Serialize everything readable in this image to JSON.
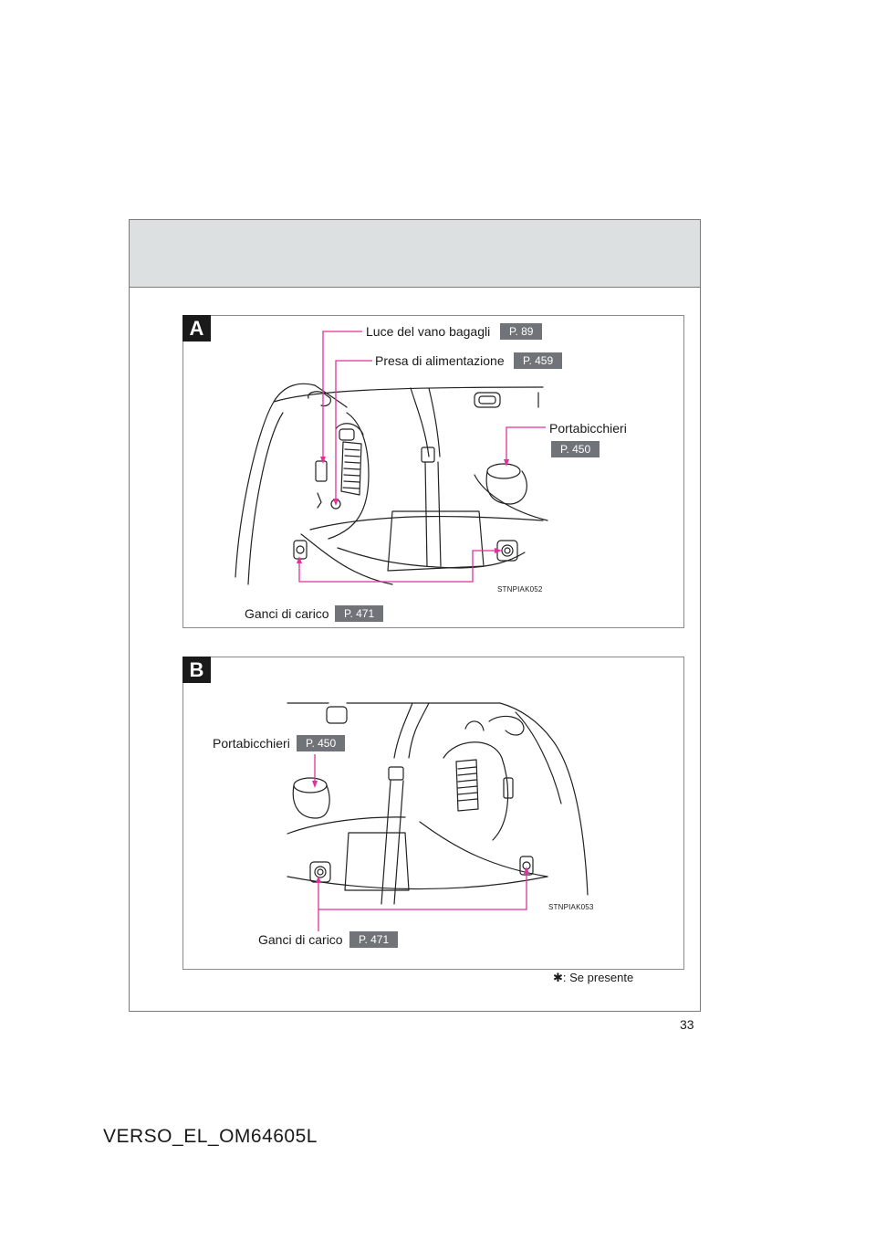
{
  "panels": {
    "a": {
      "tag": "A",
      "image_code": "STNPIAK052",
      "callouts": {
        "luce": {
          "label": "Luce del vano bagagli",
          "ref": "P. 89"
        },
        "presa": {
          "label": "Presa di alimentazione",
          "ref": "P. 459"
        },
        "portabicchieri": {
          "label": "Portabicchieri",
          "ref": "P. 450"
        },
        "ganci": {
          "label": "Ganci di carico",
          "ref": "P. 471"
        }
      }
    },
    "b": {
      "tag": "B",
      "image_code": "STNPIAK053",
      "callouts": {
        "portabicchieri": {
          "label": "Portabicchieri",
          "ref": "P. 450"
        },
        "ganci": {
          "label": "Ganci di carico",
          "ref": "P. 471"
        }
      }
    }
  },
  "note": "✱: Se presente",
  "page_number": "33",
  "document_code": "VERSO_EL_OM64605L",
  "colors": {
    "callout_line": "#e0329a",
    "ref_badge": "#707478",
    "header_band": "#dde0e0"
  }
}
